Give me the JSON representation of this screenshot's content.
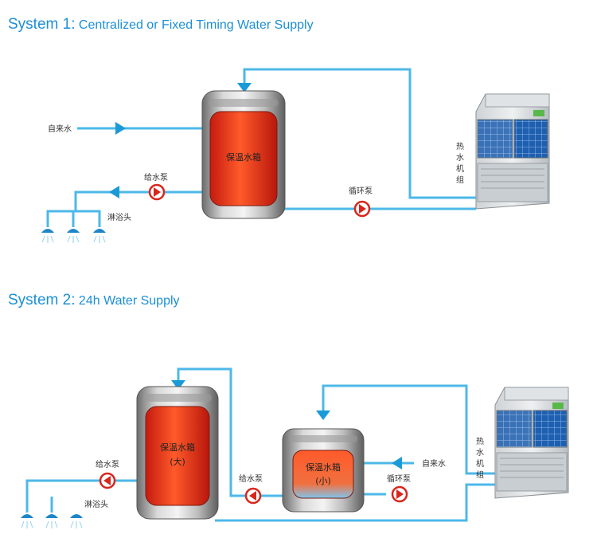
{
  "system1": {
    "title_main": "System 1:",
    "title_sub": " Centralized or Fixed Timing Water Supply",
    "tank_label": "保温水箱",
    "inlet_label": "自来水",
    "supply_pump_label": "给水泵",
    "circulation_pump_label": "循环泵",
    "shower_label": "淋浴头",
    "heat_pump_label": [
      "热",
      "水",
      "机",
      "组"
    ]
  },
  "system2": {
    "title_main": "System 2:",
    "title_sub": " 24h Water Supply",
    "big_tank_label": "保温水箱",
    "big_tank_size": "(大)",
    "small_tank_label": "保温水箱",
    "small_tank_size": "(小)",
    "supply_pump_left_label": "给水泵",
    "supply_pump_mid_label": "给水泵",
    "circulation_pump_label": "循环泵",
    "inlet_label": "自来水",
    "shower_label": "淋浴头",
    "heat_pump_label": [
      "热",
      "水",
      "机",
      "组"
    ]
  },
  "colors": {
    "heading": "#1b8fd6",
    "pipe": "#4db8e8",
    "tank_fill": "#e8321c",
    "pump_ring": "#d8261c"
  },
  "icons": [
    "flow-arrow-icon",
    "pump-icon",
    "shower-head-icon",
    "heat-pump-unit-icon"
  ]
}
